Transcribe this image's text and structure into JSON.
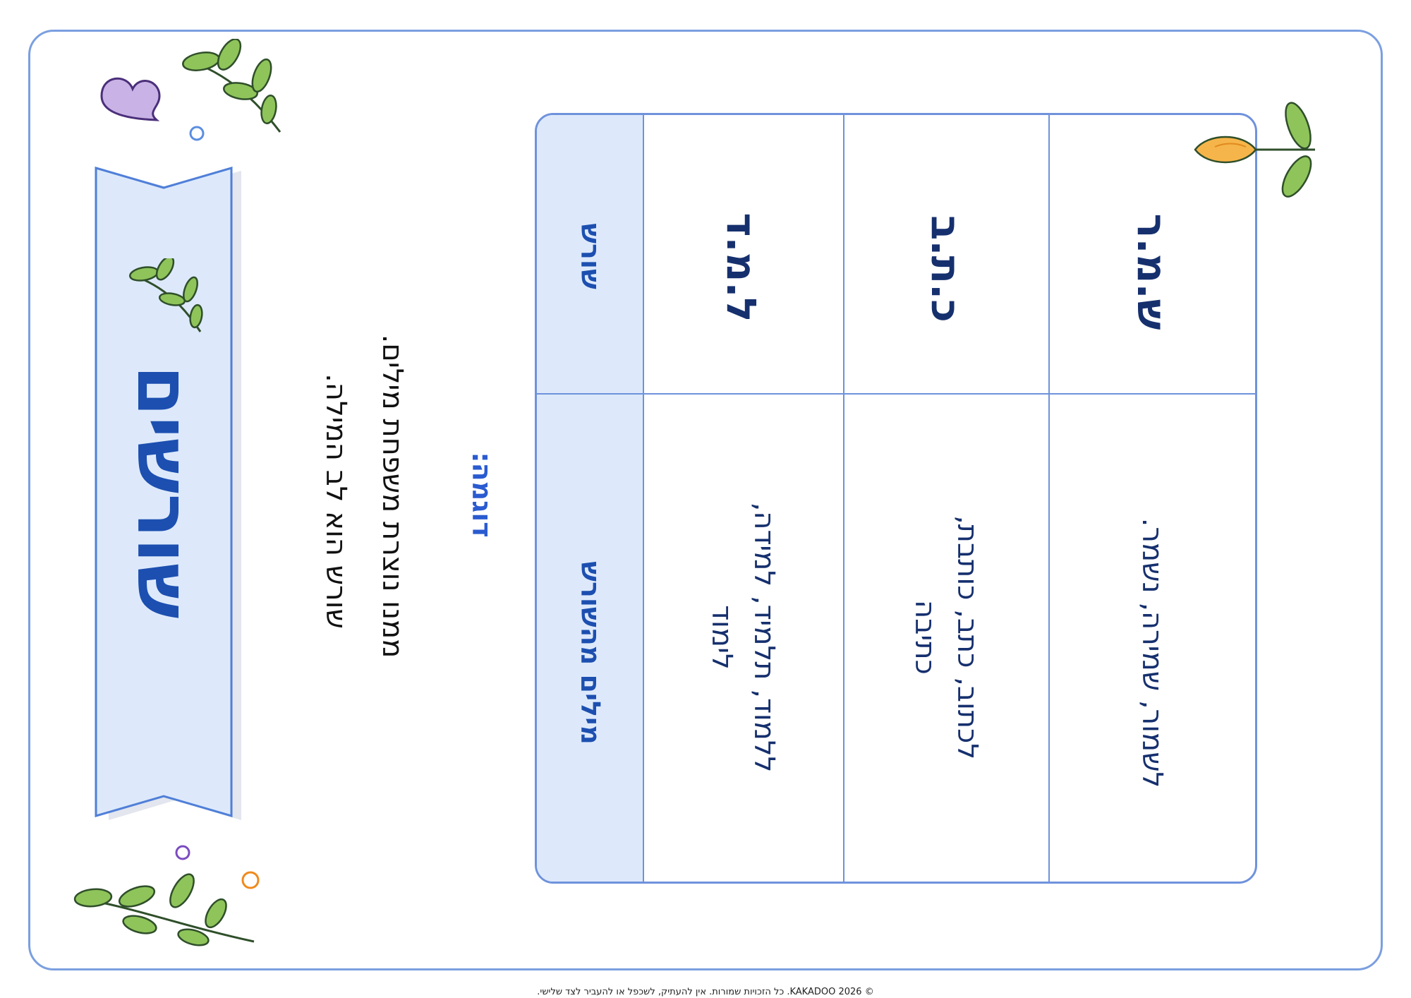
{
  "banner": {
    "title": "שורשים"
  },
  "description": {
    "line1": "שורש הוא לב המילה.",
    "line2": "ממנו נוצרת משפחת מילים."
  },
  "example_label": "דוגמה:",
  "table": {
    "header_root": "שורש",
    "header_words": "מילים מהשורש",
    "rows": [
      {
        "root": "ל.מ.ד",
        "words_line1": "ללמוד, תלמיד, למידה,",
        "words_line2": "לימוד"
      },
      {
        "root": "כ.ת.ב",
        "words_line1": "לכתוב, כתב, כותבת,",
        "words_line2": "כתיבה"
      },
      {
        "root": "ש.מ.ר",
        "words_line1": "לשמור, שמירה, נשמר.",
        "words_line2": ""
      }
    ]
  },
  "footer": "© KAKADOO 2026. כל הזכויות שמורות. אין להעתיק, לשכפל או להעביר לצד שלישי.",
  "colors": {
    "accent_blue": "#1c4fb0",
    "frame_blue": "#7b9fe0",
    "banner_fill": "#dde9fb",
    "leaf_green": "#8fc45a",
    "heart_purple": "#c9b3e6",
    "flower_orange": "#f6b54a"
  }
}
